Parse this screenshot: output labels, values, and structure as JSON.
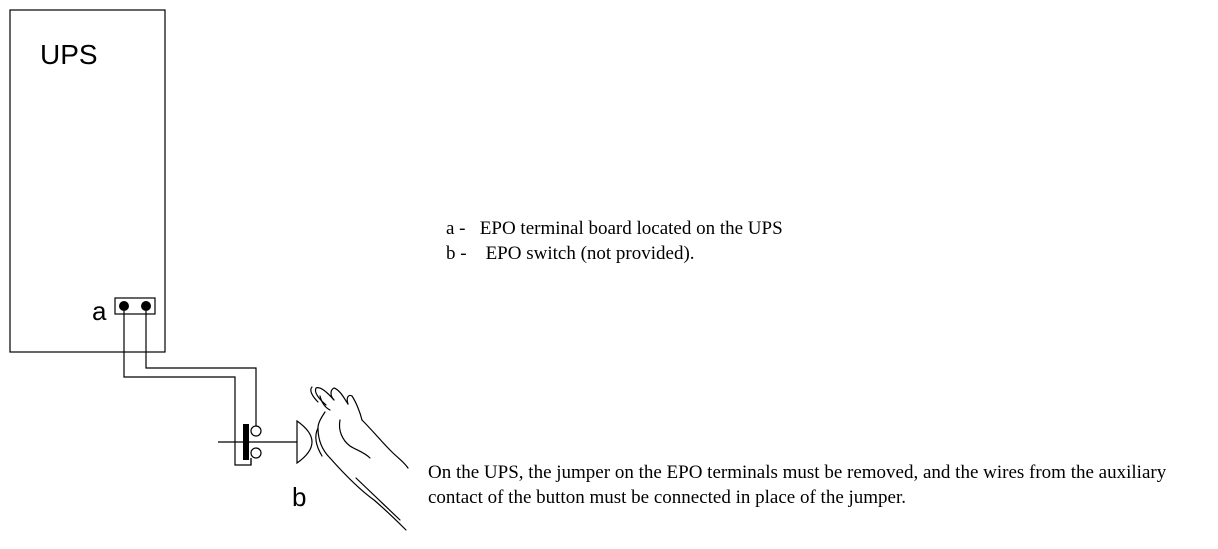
{
  "diagram": {
    "ups_label": "UPS",
    "label_a": "a",
    "label_b": "b",
    "legend": [
      {
        "key": "a -",
        "text": "EPO terminal board located on the UPS"
      },
      {
        "key": "b -",
        "text": "EPO switch (not provided)."
      }
    ],
    "note": "On the UPS, the jumper on the EPO terminals must be removed, and the wires from the auxiliary contact of the button must be connected in place of the jumper.",
    "stroke_color": "#000000",
    "background": "#ffffff",
    "icons": [
      "hand-icon",
      "push-button-icon",
      "switch-contact-icon"
    ]
  }
}
